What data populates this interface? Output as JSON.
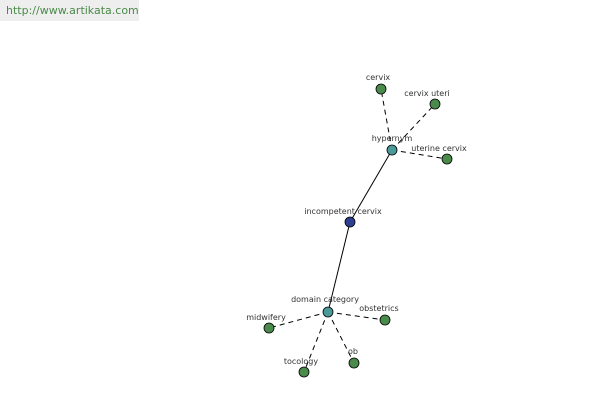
{
  "header": {
    "url": "http://www.artikata.com"
  },
  "graph": {
    "center": {
      "label": "incompetent cervix",
      "color": "#2e3f8f"
    },
    "hypernym": {
      "label": "hypernym",
      "color": "#4a9a9a",
      "children": [
        "cervix",
        "cervix uteri",
        "uterine cervix"
      ]
    },
    "domain": {
      "label": "domain category",
      "color": "#4a9a9a",
      "children": [
        "midwifery",
        "obstetrics",
        "tocology",
        "ob"
      ]
    },
    "leaf_color": "#4a8a4a"
  }
}
